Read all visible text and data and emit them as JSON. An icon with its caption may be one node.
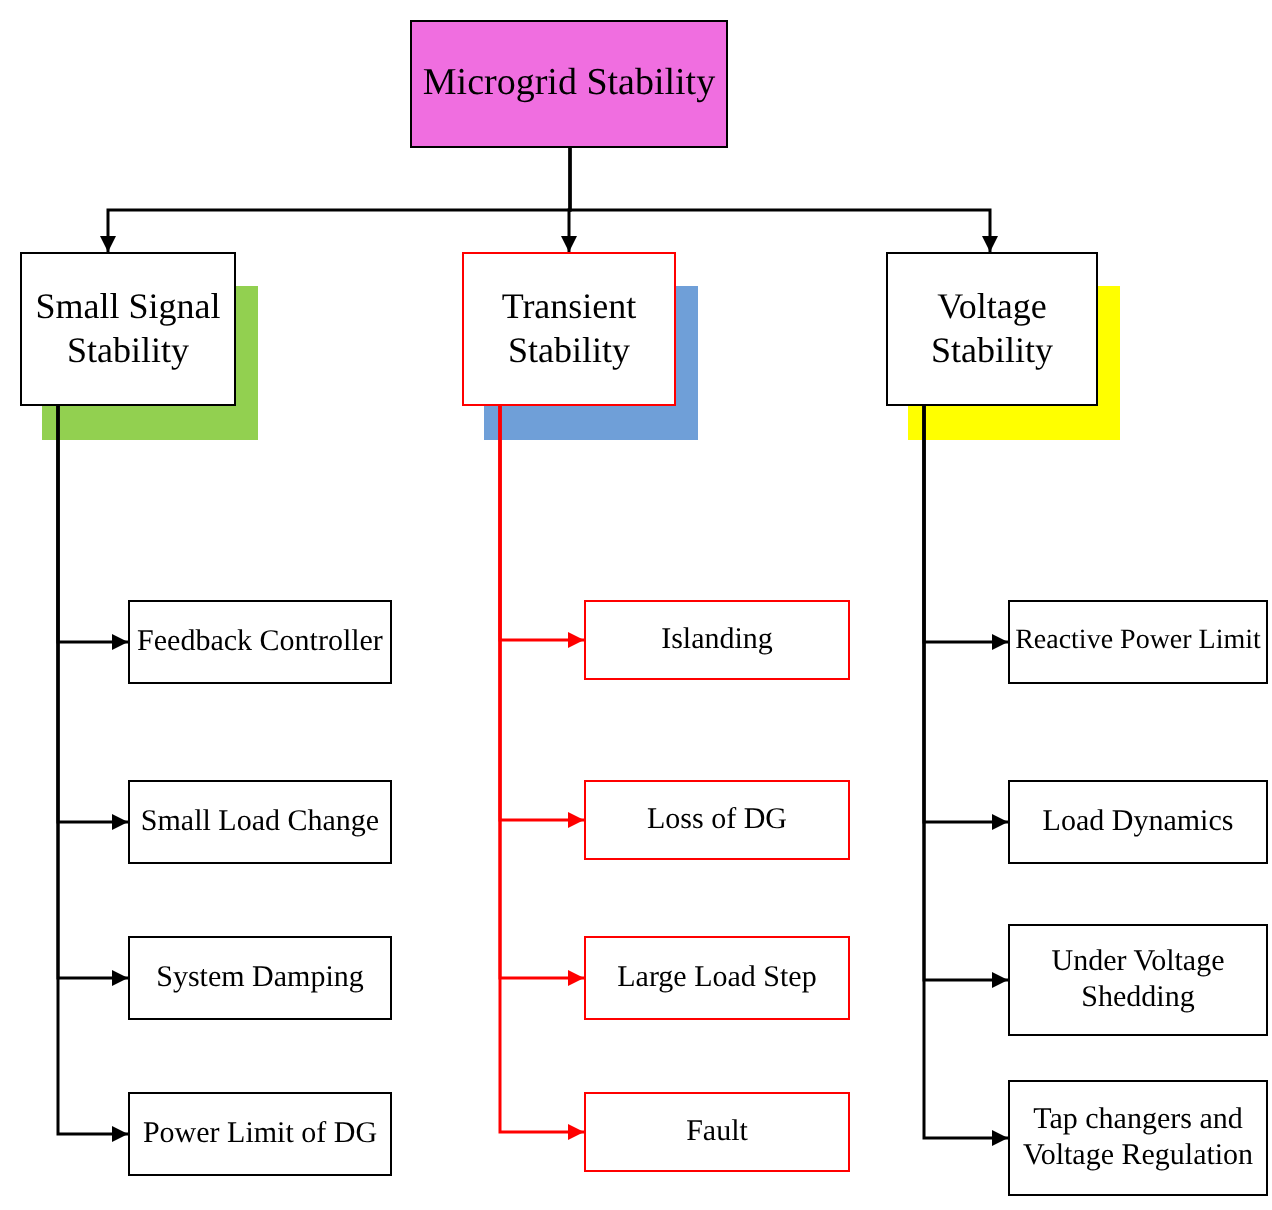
{
  "diagram": {
    "nodes": [
      {
        "text": [
          "Microgrid Stability"
        ]
      },
      {
        "text": [
          "Small Signal Stability"
        ]
      },
      {
        "text": [
          "Transient Stability"
        ]
      },
      {
        "text": [
          "Voltage Stability"
        ]
      },
      {
        "text": [
          "Feedback Controller"
        ]
      },
      {
        "text": [
          "Small Load Change"
        ]
      },
      {
        "text": [
          "System Damping"
        ]
      },
      {
        "text": [
          "Power Limit of DG"
        ]
      },
      {
        "text": [
          "Islanding"
        ]
      },
      {
        "text": [
          "Loss of DG"
        ]
      },
      {
        "text": [
          "Large Load Step"
        ]
      },
      {
        "text": [
          "Fault"
        ]
      },
      {
        "text": [
          "Reactive Power Limit"
        ]
      },
      {
        "text": [
          "Load Dynamics"
        ]
      },
      {
        "text": [
          "Under Voltage Shedding"
        ]
      },
      {
        "text": [
          "Tap changers and Voltage Regulation"
        ]
      }
    ],
    "edges": [
      {
        "from": 0,
        "to": 1,
        "arrow": "to"
      },
      {
        "from": 0,
        "to": 2,
        "arrow": "to"
      },
      {
        "from": 0,
        "to": 3,
        "arrow": "to"
      },
      {
        "from": 1,
        "to": 4,
        "arrow": "to"
      },
      {
        "from": 1,
        "to": 5,
        "arrow": "to"
      },
      {
        "from": 1,
        "to": 6,
        "arrow": "to"
      },
      {
        "from": 1,
        "to": 7,
        "arrow": "to"
      },
      {
        "from": 2,
        "to": 8,
        "arrow": "to",
        "color": "#ff0000"
      },
      {
        "from": 2,
        "to": 9,
        "arrow": "to",
        "color": "#ff0000"
      },
      {
        "from": 2,
        "to": 10,
        "arrow": "to",
        "color": "#ff0000"
      },
      {
        "from": 2,
        "to": 11,
        "arrow": "to",
        "color": "#ff0000"
      },
      {
        "from": 3,
        "to": 12,
        "arrow": "to"
      },
      {
        "from": 3,
        "to": 13,
        "arrow": "to"
      },
      {
        "from": 3,
        "to": 14,
        "arrow": "to"
      },
      {
        "from": 3,
        "to": 15,
        "arrow": "to"
      }
    ]
  }
}
